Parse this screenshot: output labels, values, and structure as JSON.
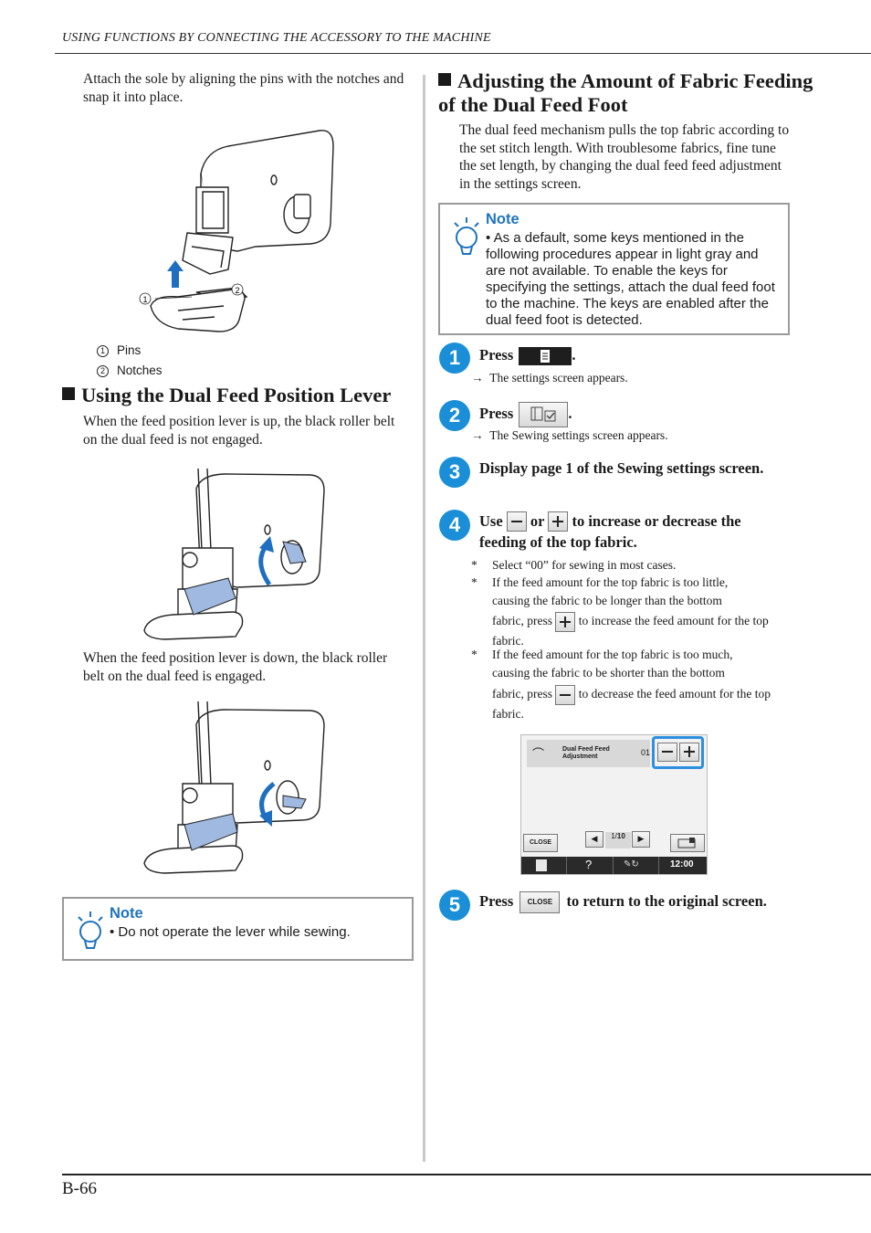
{
  "header": {
    "title": "USING FUNCTIONS BY CONNECTING THE ACCESSORY TO THE MACHINE"
  },
  "left": {
    "intro_text": "Attach the sole by aligning the pins with the notches and snap it into place.",
    "figure1_callouts": [
      "1",
      "2"
    ],
    "captions": [
      {
        "num": "1",
        "label": "Pins"
      },
      {
        "num": "2",
        "label": "Notches"
      }
    ],
    "section_title": "Using the Dual Feed Position Lever",
    "para_up": "When the feed position lever is up, the black roller belt on the dual feed is not engaged.",
    "para_down": "When the feed position lever is down, the black roller belt on the dual feed is engaged.",
    "note": {
      "title": "Note",
      "text": "• Do not operate the lever while sewing."
    }
  },
  "right": {
    "section_title": "Adjusting the Amount of Fabric Feeding of the Dual Feed Foot",
    "intro": "The dual feed mechanism pulls the top fabric according to the set stitch length. With troublesome fabrics, fine tune the set length, by changing the dual feed feed adjustment in the settings screen.",
    "note": {
      "title": "Note",
      "text": "• As a default, some keys mentioned in the following procedures appear in light gray and are not available. To enable the keys for specifying the settings, attach the dual feed foot to the machine. The keys are enabled after the dual feed foot is detected."
    },
    "steps": [
      {
        "num": "1",
        "pre": "Press",
        "post": ".",
        "result": "The settings screen appears."
      },
      {
        "num": "2",
        "pre": "Press",
        "post": ".",
        "result": "The Sewing settings screen appears."
      },
      {
        "num": "3",
        "text": "Display page 1 of the Sewing settings screen."
      },
      {
        "num": "4",
        "use": "Use",
        "or": "or",
        "rest": "to increase or decrease the feeding of the top fabric."
      },
      {
        "num": "5",
        "pre": "Press",
        "post": "to return to the original screen."
      }
    ],
    "arrow": "→",
    "bullets": {
      "b1": "Select “00” for sewing in most cases.",
      "b2_line": "If the feed amount for the top fabric is too little, causing the fabric to be longer than the bottom",
      "b2_pre": "fabric, press",
      "b2_post": "to increase the feed amount for the top fabric.",
      "b3_line": "If the feed amount for the top fabric is too much, causing the fabric to be shorter than the bottom",
      "b3_pre": "fabric, press",
      "b3_post": "to decrease the feed amount for the top fabric."
    },
    "screen": {
      "label_line1": "Dual Feed Feed",
      "label_line2": "Adjustment",
      "value": "01",
      "close_label": "CLOSE",
      "page_current": "1",
      "page_total": "10",
      "time": "12:00",
      "help_label": "?"
    },
    "close_key_label": "CLOSE"
  },
  "footer": {
    "page_number": "B-66"
  },
  "colors": {
    "accent_blue": "#1a8fd8",
    "note_blue": "#1e73be",
    "highlight_blue": "#2d8fe0",
    "fabric_blue": "#9fb9e0"
  }
}
